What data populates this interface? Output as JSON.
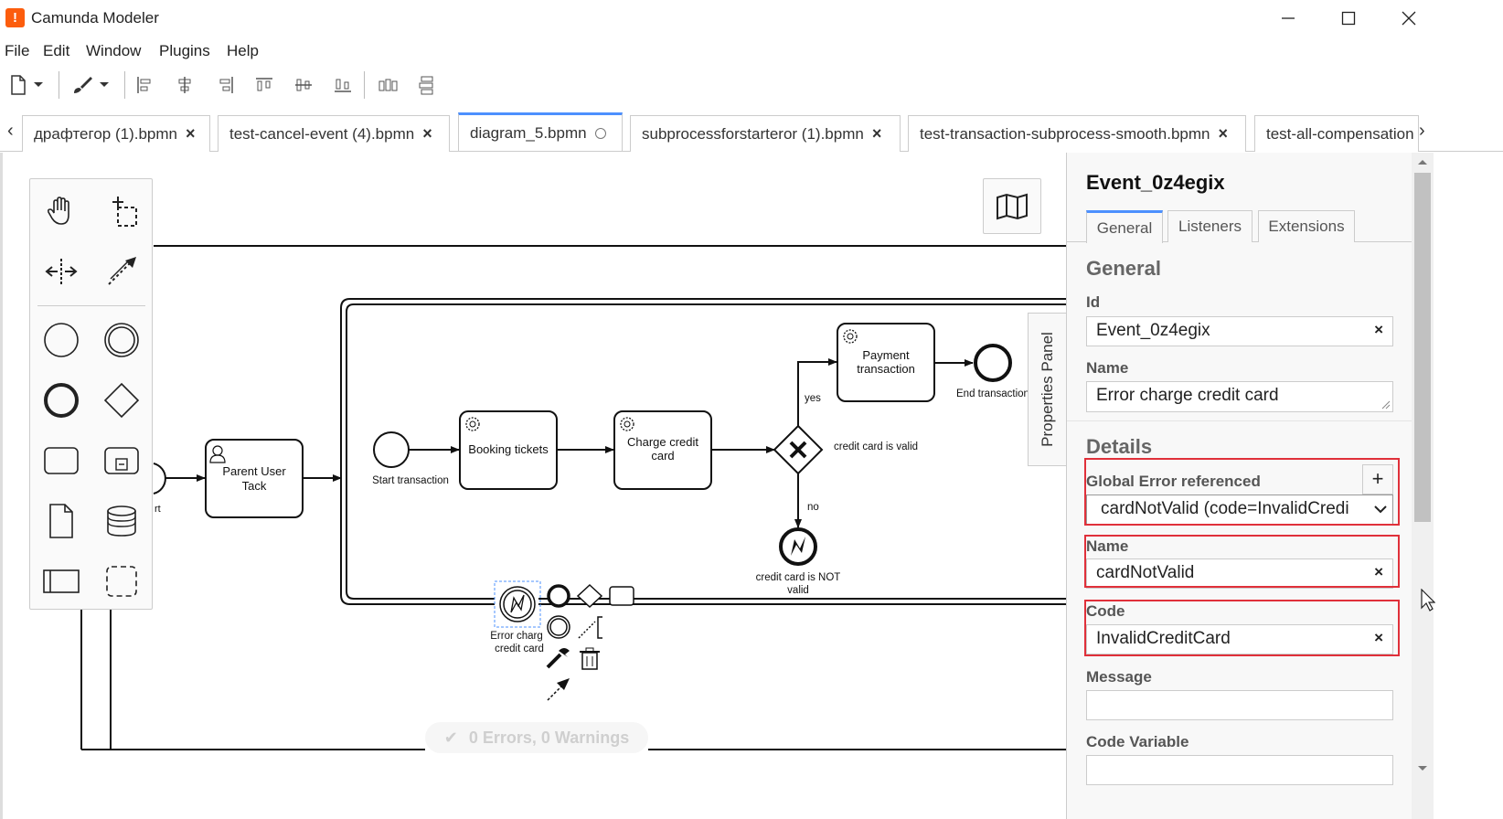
{
  "window": {
    "title": "Camunda Modeler",
    "logo_glyph": "!",
    "accent": "#fc5d0d"
  },
  "menu": [
    "File",
    "Edit",
    "Window",
    "Plugins",
    "Help"
  ],
  "tabs": [
    {
      "label": "драфтегор (1).bpmn",
      "state": "close"
    },
    {
      "label": "test-cancel-event (4).bpmn",
      "state": "close"
    },
    {
      "label": "diagram_5.bpmn",
      "state": "active-dirty"
    },
    {
      "label": "subprocessforstarteror (1).bpmn",
      "state": "close"
    },
    {
      "label": "test-transaction-subprocess-smooth.bpmn",
      "state": "close"
    },
    {
      "label": "test-all-compensation",
      "state": "truncated"
    }
  ],
  "tab_close_glyph": "×",
  "tab_scroll_left": "‹",
  "tab_scroll_right": "›",
  "diagram": {
    "labels": {
      "start_partial": "rt",
      "parent_user_task": "Parent User Tack",
      "start_transaction": "Start transaction",
      "booking_tickets": "Booking tickets",
      "charge_credit_card": "Charge credit card",
      "payment_transaction": "Payment transaction",
      "end_transaction": "End transaction",
      "yes": "yes",
      "no": "no",
      "credit_card_valid": "credit card is valid",
      "credit_card_not_valid": "credit card is NOT valid",
      "error_charge": "Error charg credit card"
    }
  },
  "status": {
    "problems": "0 Errors, 0 Warnings",
    "check_glyph": "✔"
  },
  "properties": {
    "toggle_label": "Properties Panel",
    "title": "Event_0z4egix",
    "tabs": [
      "General",
      "Listeners",
      "Extensions"
    ],
    "group_general": "General",
    "id_label": "Id",
    "id_value": "Event_0z4egix",
    "name_label": "Name",
    "name_value": "Error charge credit card",
    "group_details": "Details",
    "global_error_label": "Global Error referenced",
    "add_glyph": "+",
    "global_error_value": "cardNotValid (code=InvalidCredi",
    "error_name_label": "Name",
    "error_name_value": "cardNotValid",
    "code_label": "Code",
    "code_value": "InvalidCreditCard",
    "message_label": "Message",
    "message_value": "",
    "code_variable_label": "Code Variable",
    "code_variable_value": "",
    "clear_glyph": "×",
    "highlight_color": "#e0303a"
  }
}
